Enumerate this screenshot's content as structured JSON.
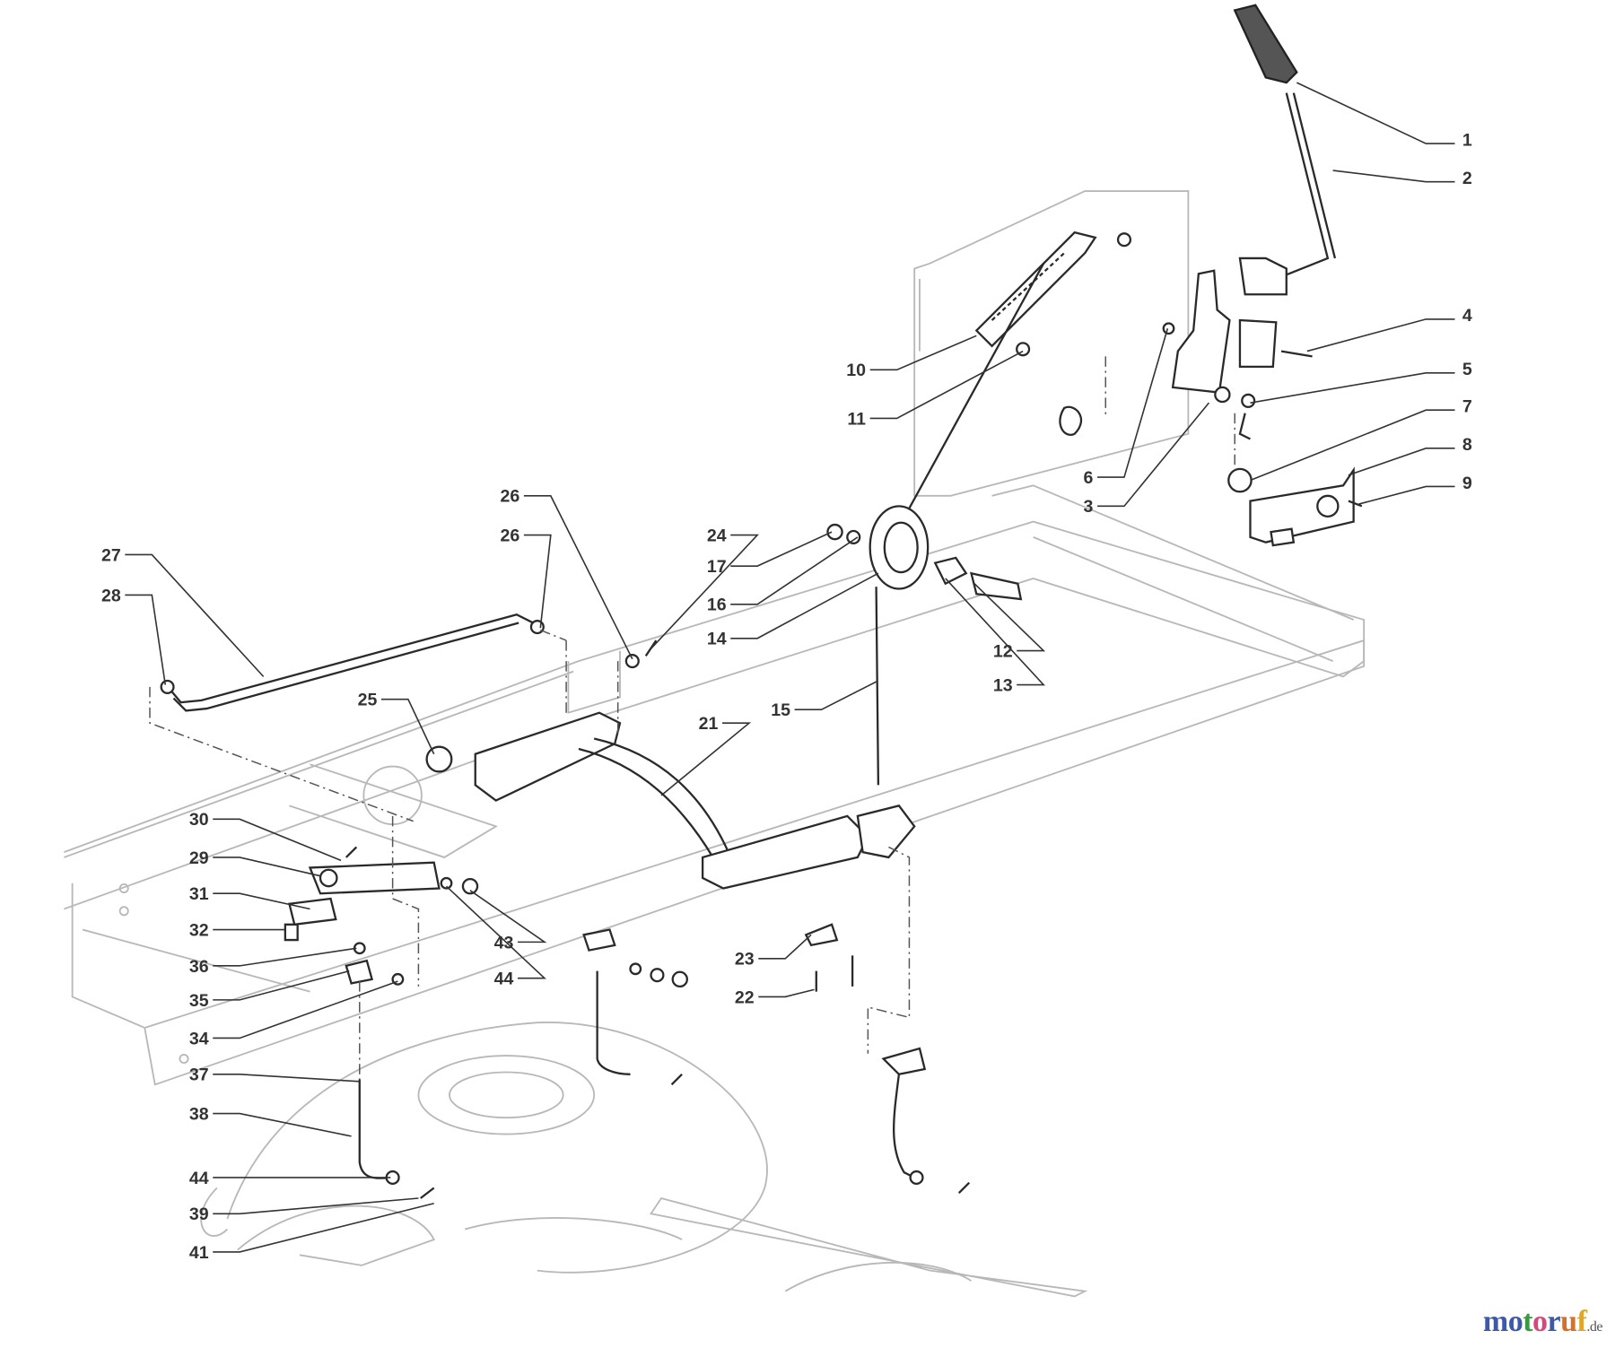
{
  "diagram": {
    "type": "exploded parts diagram",
    "callouts": [
      "1",
      "2",
      "4",
      "5",
      "7",
      "8",
      "9",
      "10",
      "11",
      "6",
      "3",
      "26",
      "26",
      "24",
      "17",
      "16",
      "14",
      "12",
      "13",
      "15",
      "27",
      "28",
      "25",
      "21",
      "30",
      "29",
      "31",
      "32",
      "36",
      "35",
      "34",
      "43",
      "44",
      "23",
      "22",
      "37",
      "38",
      "44",
      "39",
      "41"
    ]
  },
  "watermark": {
    "brand": "motoruf",
    "tld": ".de",
    "letter_colors": [
      "#3d5aa8",
      "#3d5aa8",
      "#3a9a3f",
      "#d4487a",
      "#3d5aa8",
      "#d9702a",
      "#e0a62c"
    ]
  }
}
